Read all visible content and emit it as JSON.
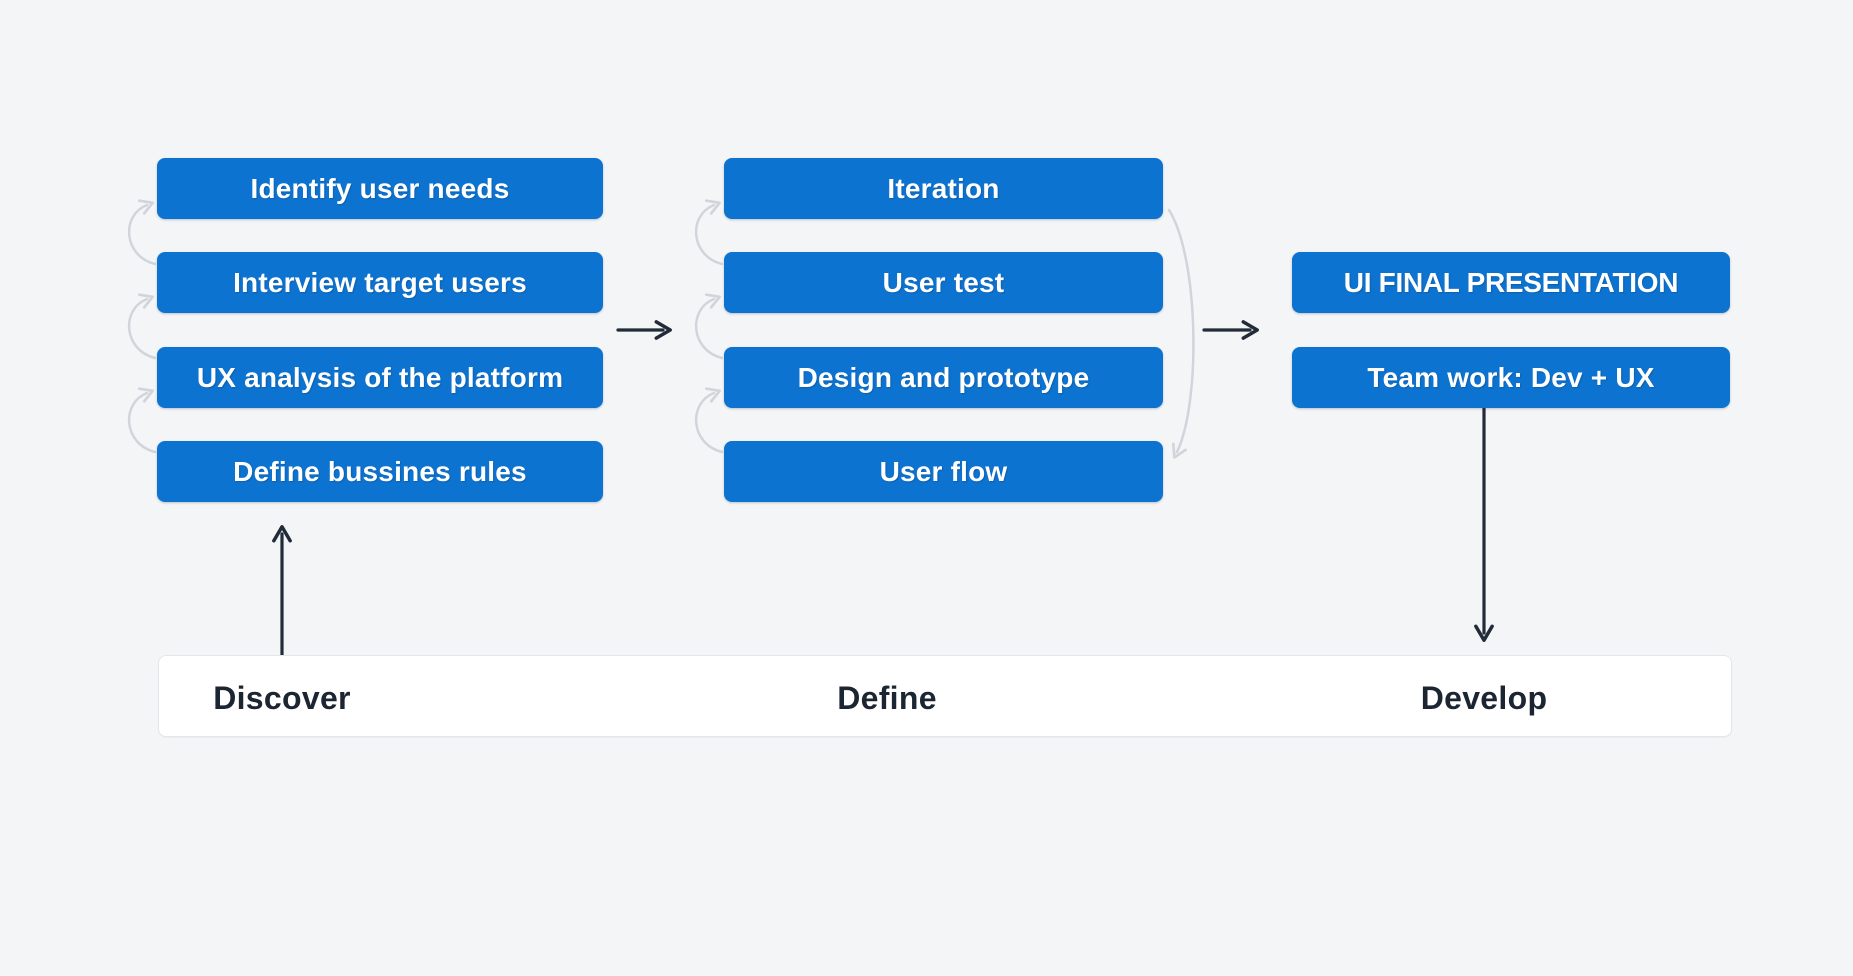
{
  "columns": [
    {
      "name": "discover-column",
      "boxes": [
        "Identify user needs",
        "Interview target users",
        "UX analysis of the platform",
        "Define bussines rules"
      ]
    },
    {
      "name": "define-column",
      "boxes": [
        "Iteration",
        "User test",
        "Design and prototype",
        "User flow"
      ]
    },
    {
      "name": "develop-column",
      "boxes": [
        "UI FINAL PRESENTATION",
        "Team work: Dev + UX"
      ]
    }
  ],
  "phases": [
    "Discover",
    "Define",
    "Develop"
  ],
  "connectors": [
    {
      "name": "discover-loop-arrow-1",
      "type": "curved-up",
      "from": "Interview target users",
      "to": "Identify user needs"
    },
    {
      "name": "discover-loop-arrow-2",
      "type": "curved-up",
      "from": "UX analysis of the platform",
      "to": "Interview target users"
    },
    {
      "name": "discover-loop-arrow-3",
      "type": "curved-up",
      "from": "Define bussines rules",
      "to": "UX analysis of the platform"
    },
    {
      "name": "discover-to-define-arrow",
      "type": "straight-right",
      "from": "discover-column",
      "to": "define-column"
    },
    {
      "name": "define-loop-arrow-1",
      "type": "curved-up",
      "from": "User test",
      "to": "Iteration"
    },
    {
      "name": "define-loop-arrow-2",
      "type": "curved-up",
      "from": "Design and prototype",
      "to": "User test"
    },
    {
      "name": "define-loop-arrow-3",
      "type": "curved-up",
      "from": "User flow",
      "to": "Design and prototype"
    },
    {
      "name": "iteration-to-user-flow-arrow",
      "type": "curved-down",
      "from": "Iteration",
      "to": "User flow"
    },
    {
      "name": "define-to-develop-arrow",
      "type": "straight-right",
      "from": "define-column",
      "to": "develop-column"
    },
    {
      "name": "bar-to-discover-arrow",
      "type": "straight-up",
      "from": "phase-bar",
      "to": "Define bussines rules"
    },
    {
      "name": "teamwork-to-bar-arrow",
      "type": "straight-down",
      "from": "Team work: Dev + UX",
      "to": "phase-bar"
    }
  ],
  "colors": {
    "background": "#f4f5f6",
    "node_blue": "#0d73d0",
    "node_text": "#ffffff",
    "arrow_dark": "#222b38",
    "arrow_gray": "#d1d5db",
    "bar_background": "#ffffff",
    "bar_border": "#e3e6ea",
    "bar_text": "#1c2633"
  }
}
